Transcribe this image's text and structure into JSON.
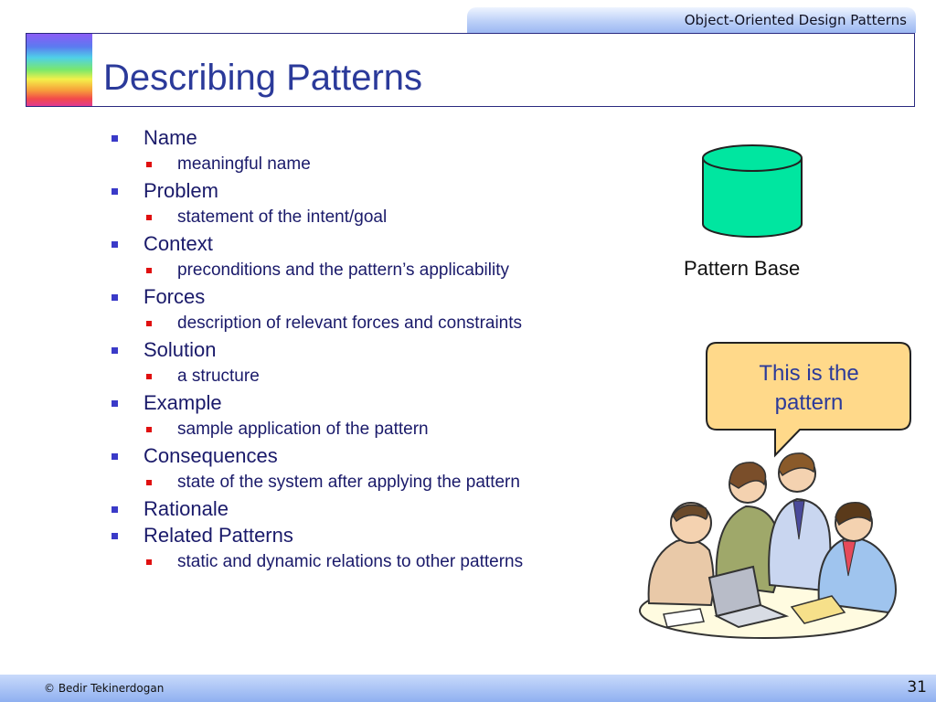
{
  "header": {
    "tab_label": "Object-Oriented Design Patterns"
  },
  "slide": {
    "title": "Describing Patterns"
  },
  "bullets": {
    "l1_0": "Name",
    "l2_0": "meaningful name",
    "l1_1": "Problem",
    "l2_1": "statement of the intent/goal",
    "l1_2": "Context",
    "l2_2": "preconditions and the pattern’s applicability",
    "l1_3": "Forces",
    "l2_3": "description of relevant forces and constraints",
    "l1_4": "Solution",
    "l2_4": "a structure",
    "l1_5": "Example",
    "l2_5": "sample application of the pattern",
    "l1_6": "Consequences",
    "l2_6": "state of the system after applying the pattern",
    "l1_7": "Rationale",
    "l1_8": "Related Patterns",
    "l2_8": "static and dynamic relations to other patterns"
  },
  "figure": {
    "cylinder_label": "Pattern Base",
    "callout_line1": "This is the",
    "callout_line2": "pattern",
    "cylinder_color": "#00e6a0",
    "callout_color": "#ffd98a"
  },
  "footer": {
    "copyright": "© Bedir Tekinerdogan",
    "page_number": "31"
  },
  "colors": {
    "title": "#2b3a9a",
    "l1_bullet": "#3a3ac8",
    "l2_bullet": "#e01010"
  }
}
